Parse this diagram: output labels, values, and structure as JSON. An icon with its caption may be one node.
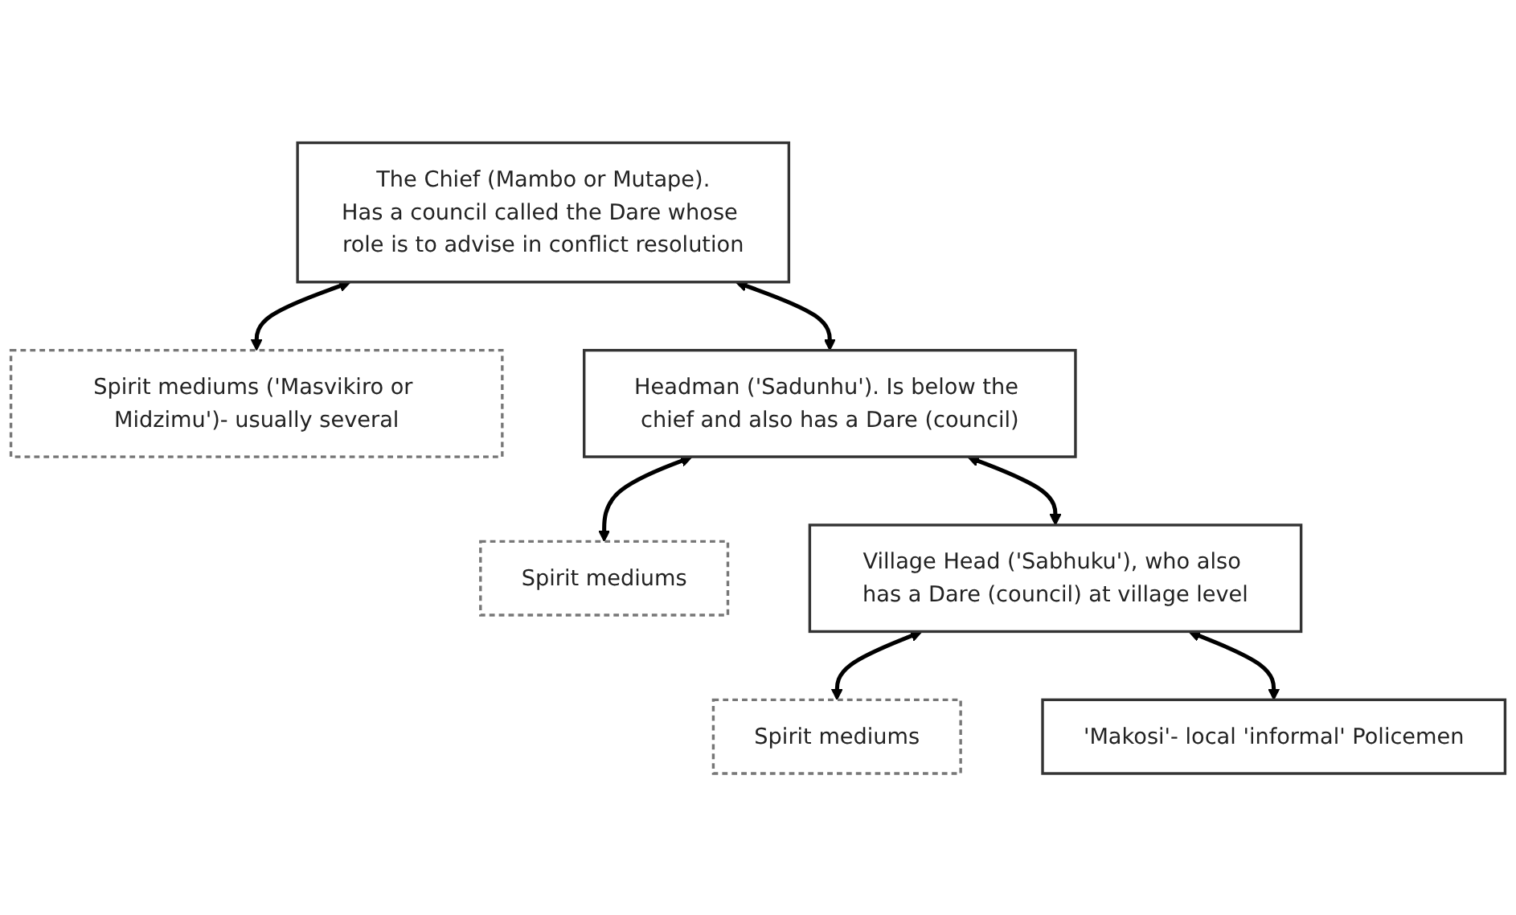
{
  "diagram": {
    "nodes": [
      {
        "text": [
          "The Chief (Mambo or Mutape).",
          "Has a council called the Dare whose role is to advise in conflict resolution"
        ]
      },
      {
        "text": [
          "Spirit mediums ('Masvikiro or Midzimu')- usually several"
        ]
      },
      {
        "text": [
          "Headman ('Sadunhu'). Is below the chief and also has a Dare (council)"
        ]
      },
      {
        "text": [
          "Spirit mediums"
        ]
      },
      {
        "text": [
          "Village Head ('Sabhuku'), who also has a Dare (council) at village level"
        ]
      },
      {
        "text": [
          "Spirit mediums"
        ]
      },
      {
        "text": [
          "'Makosi'- local 'informal' Policemen"
        ]
      }
    ],
    "edges": [
      {
        "from": 0,
        "to": 1,
        "arrow": "both"
      },
      {
        "from": 0,
        "to": 2,
        "arrow": "both"
      },
      {
        "from": 2,
        "to": 3,
        "arrow": "both"
      },
      {
        "from": 2,
        "to": 4,
        "arrow": "both"
      },
      {
        "from": 4,
        "to": 5,
        "arrow": "both"
      },
      {
        "from": 4,
        "to": 6,
        "arrow": "both"
      }
    ]
  }
}
